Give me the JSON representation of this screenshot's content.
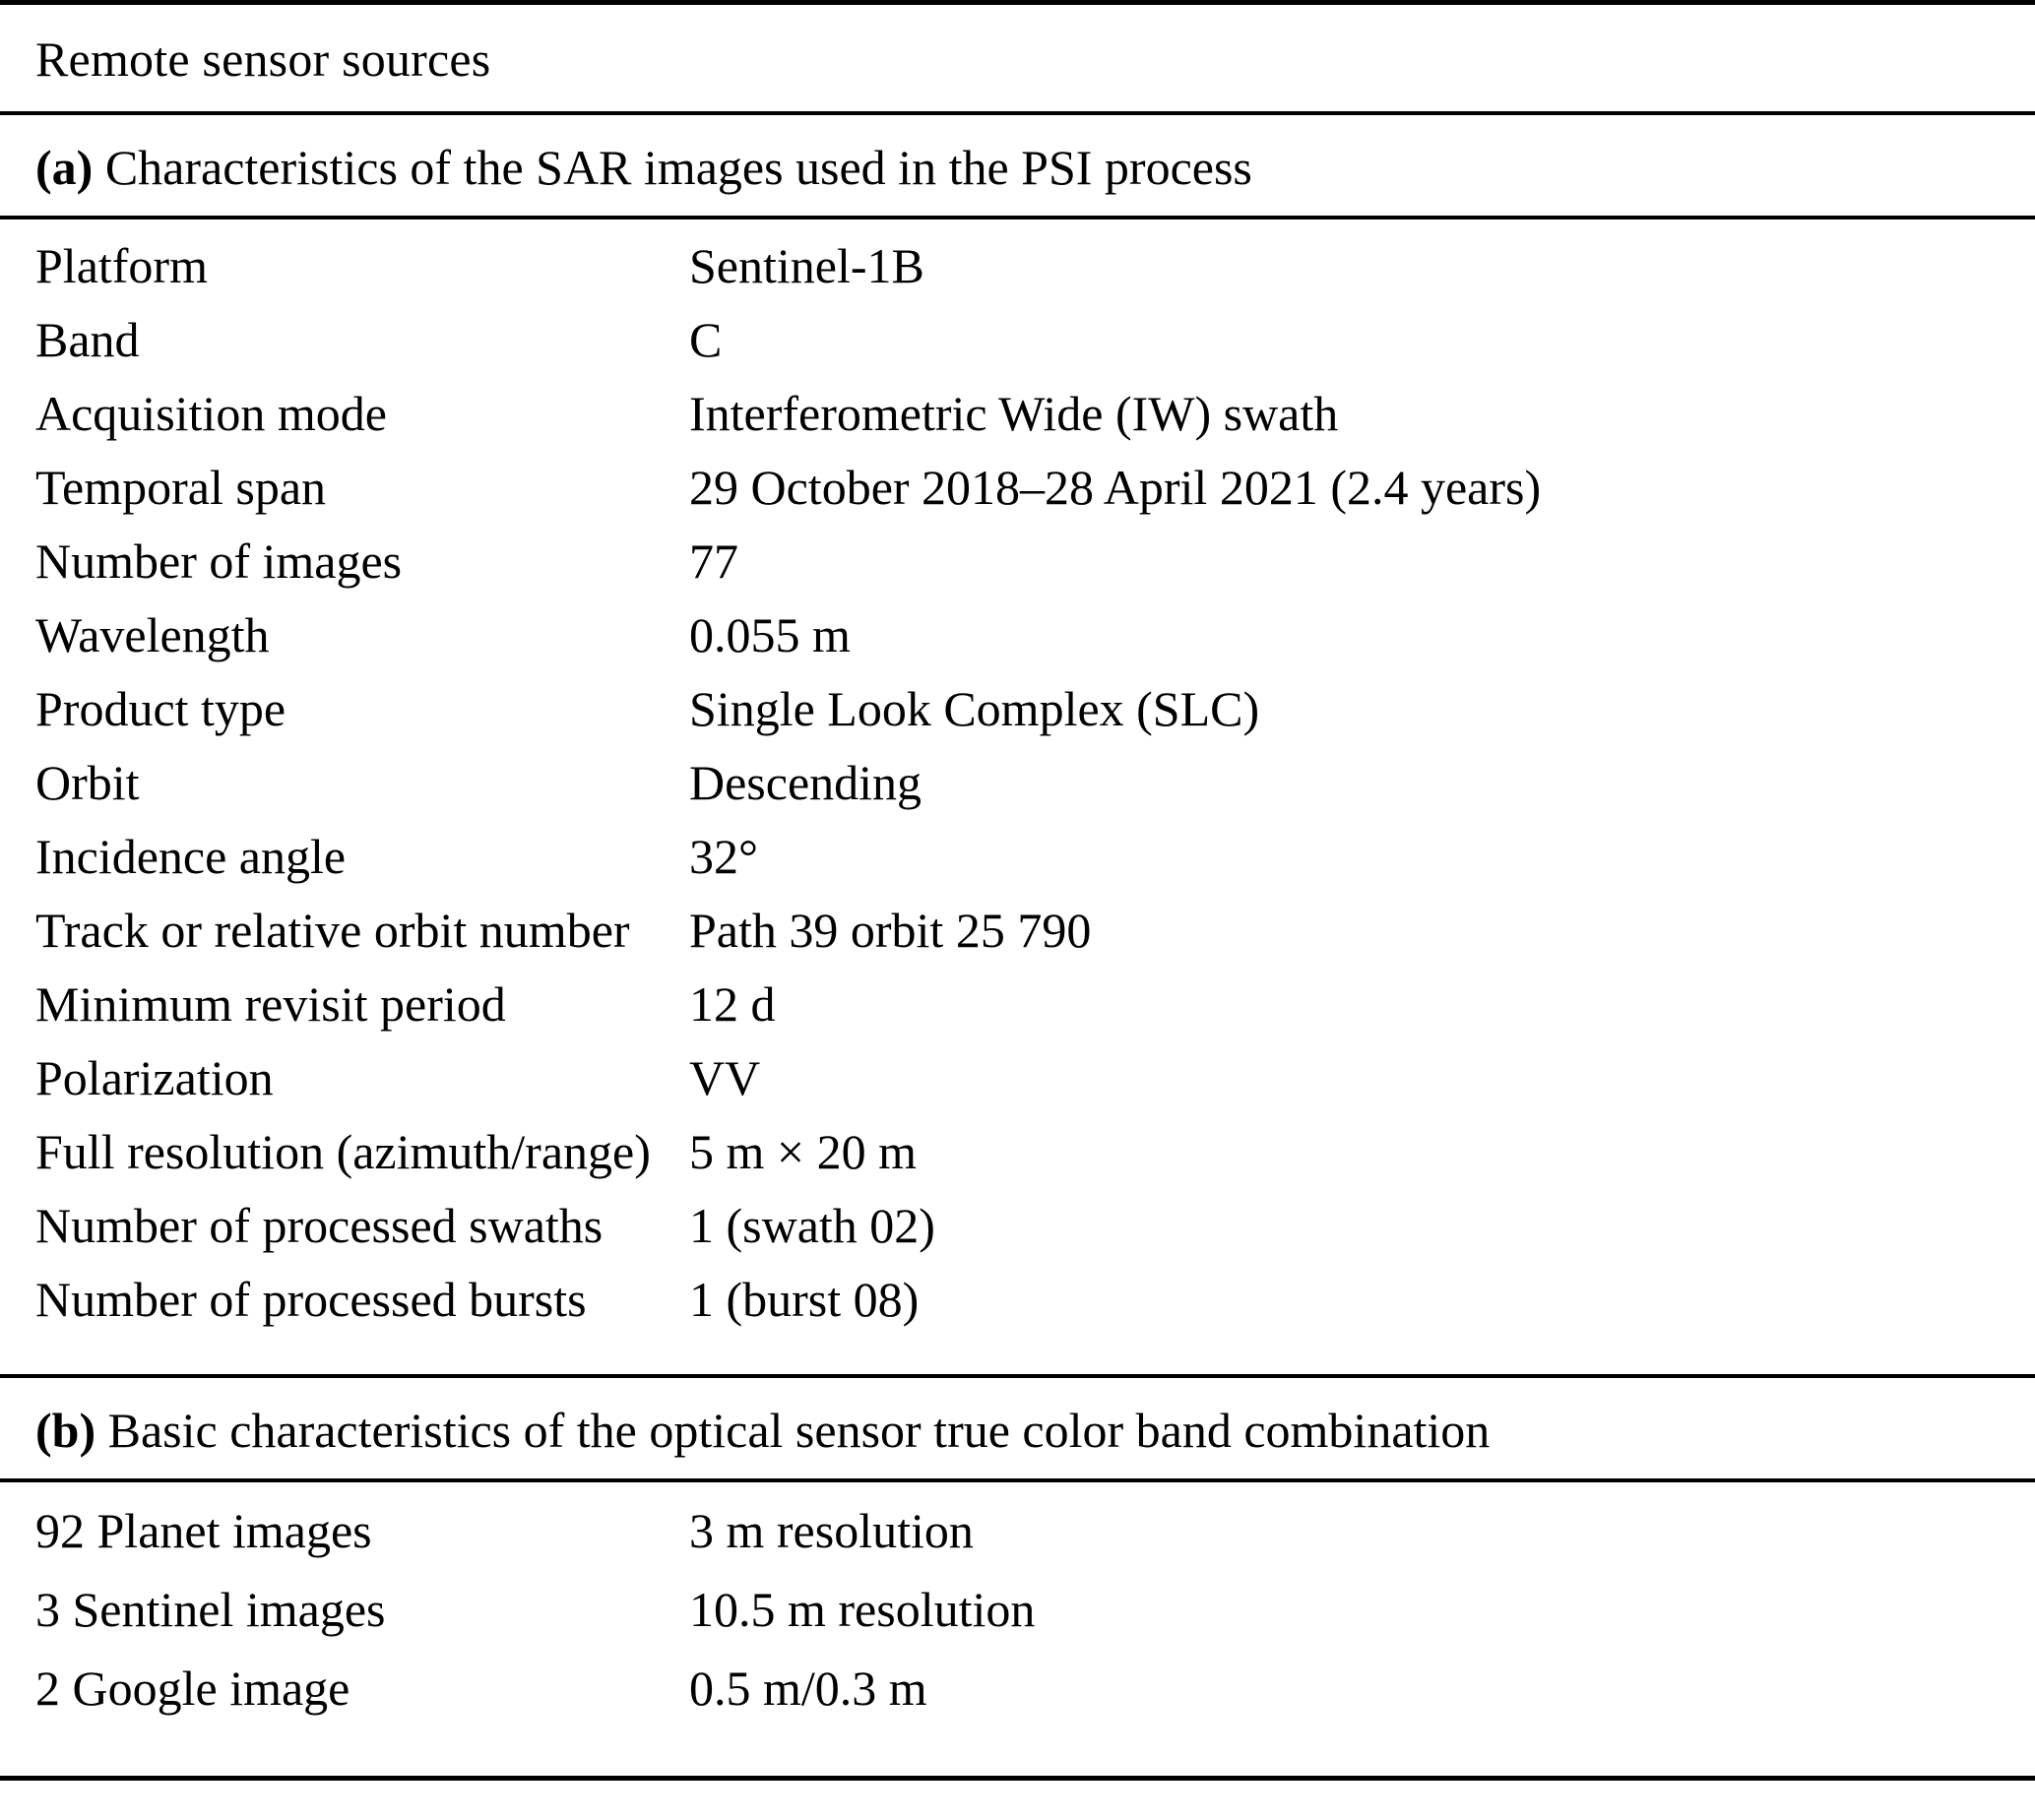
{
  "table": {
    "caption": "Remote sensor sources",
    "sections": [
      {
        "id": "a",
        "marker": "(a)",
        "title": " Characteristics of the SAR images used in the PSI process",
        "rows": [
          {
            "label": "Platform",
            "value": "Sentinel-1B"
          },
          {
            "label": "Band",
            "value": "C"
          },
          {
            "label": "Acquisition mode",
            "value": "Interferometric Wide (IW) swath"
          },
          {
            "label": "Temporal span",
            "value": "29 October 2018–28 April 2021 (2.4 years)"
          },
          {
            "label": "Number of images",
            "value": "77"
          },
          {
            "label": "Wavelength",
            "value": "0.055 m"
          },
          {
            "label": "Product type",
            "value": "Single Look Complex (SLC)"
          },
          {
            "label": "Orbit",
            "value": "Descending"
          },
          {
            "label": "Incidence angle",
            "value": "32°"
          },
          {
            "label": "Track or relative orbit number",
            "value": "Path 39 orbit 25 790"
          },
          {
            "label": "Minimum revisit period",
            "value": "12 d"
          },
          {
            "label": "Polarization",
            "value": "VV"
          },
          {
            "label": "Full resolution (azimuth/range)",
            "value": "5 m × 20 m"
          },
          {
            "label": "Number of processed swaths",
            "value": "1 (swath 02)"
          },
          {
            "label": "Number of processed bursts",
            "value": "1 (burst 08)"
          }
        ]
      },
      {
        "id": "b",
        "marker": "(b)",
        "title": " Basic characteristics of the optical sensor true color band combination",
        "rows": [
          {
            "label": "92 Planet images",
            "value": "3 m resolution"
          },
          {
            "label": "3 Sentinel images",
            "value": "10.5 m resolution"
          },
          {
            "label": "2 Google image",
            "value": "0.5 m/0.3 m"
          }
        ]
      }
    ]
  }
}
